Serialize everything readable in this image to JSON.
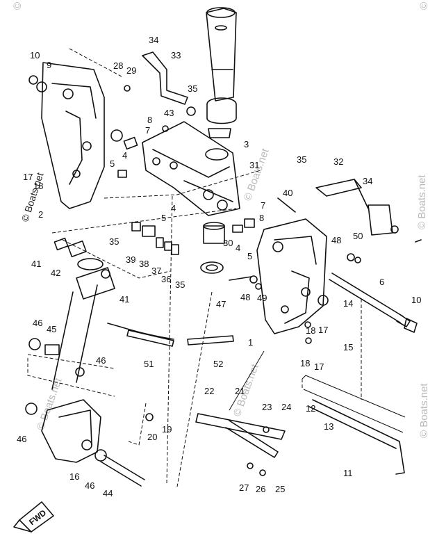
{
  "watermark": "© Boats.net",
  "side_watermark": "© Boats.net",
  "fwd_label": "FWD",
  "labels": {
    "p1": "1",
    "p2": "2",
    "p3": "3",
    "p4a": "4",
    "p4b": "4",
    "p5a": "5",
    "p5b": "5",
    "p5c": "5",
    "p6": "6",
    "p7a": "7",
    "p7b": "7",
    "p8a": "8",
    "p8b": "8",
    "p9": "9",
    "p10a": "10",
    "p10b": "10",
    "p11": "11",
    "p12": "12",
    "p13": "13",
    "p14": "14",
    "p15": "15",
    "p16": "16",
    "p17a": "17",
    "p17b": "17",
    "p17c": "17",
    "p18a": "18",
    "p18b": "18",
    "p18c": "18",
    "p19": "19",
    "p20": "20",
    "p21": "21",
    "p22": "22",
    "p23": "23",
    "p24": "24",
    "p25": "25",
    "p26": "26",
    "p27": "27",
    "p28": "28",
    "p29": "29",
    "p30": "30",
    "p31": "31",
    "p32": "32",
    "p33": "33",
    "p34a": "34",
    "p34b": "34",
    "p35a": "35",
    "p35b": "35",
    "p35c": "35",
    "p35d": "35",
    "p36": "36",
    "p37": "37",
    "p38": "38",
    "p39": "39",
    "p40": "40",
    "p41a": "41",
    "p41b": "41",
    "p42": "42",
    "p43": "43",
    "p44": "44",
    "p45": "45",
    "p46a": "46",
    "p46b": "46",
    "p46c": "46",
    "p46d": "46",
    "p47": "47",
    "p48a": "48",
    "p48b": "48",
    "p49": "49",
    "p50": "50",
    "p51": "51",
    "p52": "52"
  }
}
